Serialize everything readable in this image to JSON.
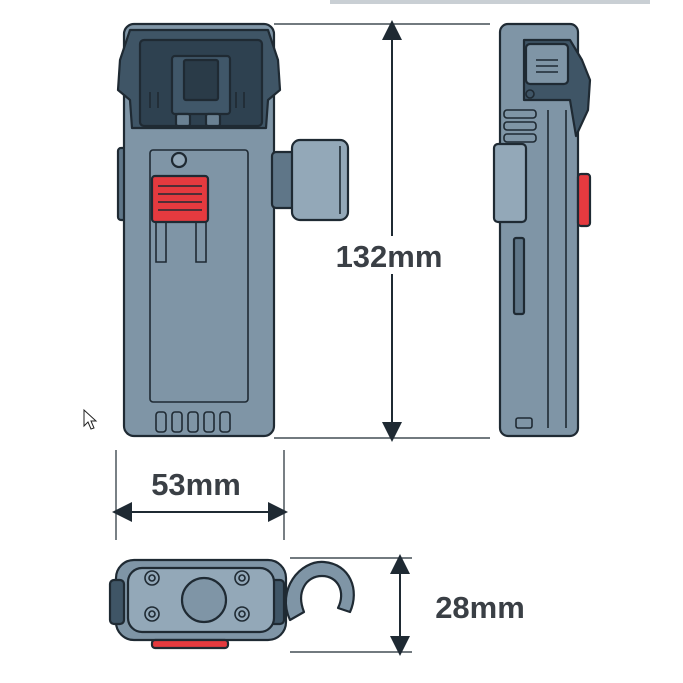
{
  "dimensions": {
    "height": "132mm",
    "width": "53mm",
    "depth": "28mm"
  },
  "colors": {
    "body": "#7f95a6",
    "body_dark": "#5f7688",
    "cap": "#3f5566",
    "accent": "#e53a3f",
    "outline": "#1f2a33",
    "label": "#3a3f45"
  },
  "icons": [
    "mouse-cursor-icon"
  ]
}
